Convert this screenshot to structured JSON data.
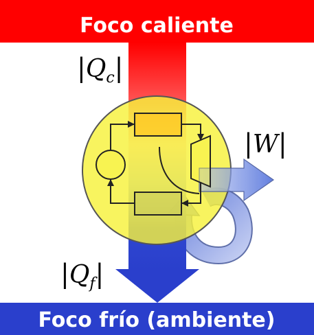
{
  "hot_reservoir": {
    "label": "Foco caliente",
    "color": "#ff0000"
  },
  "cold_reservoir": {
    "label": "Foco frío (ambiente)",
    "color": "#2a3fcc"
  },
  "labels": {
    "q_hot_main": "Q",
    "q_hot_sub": "c",
    "q_cold_main": "Q",
    "q_cold_sub": "f",
    "work_main": "W",
    "bar": "|"
  },
  "colors": {
    "engine_fill": "#f7f23c",
    "heat_hot": "#ff0000",
    "heat_cold": "#2a3fcc",
    "work_arrow": "#5a78dd",
    "regen_loop": "#8fa2e0"
  }
}
